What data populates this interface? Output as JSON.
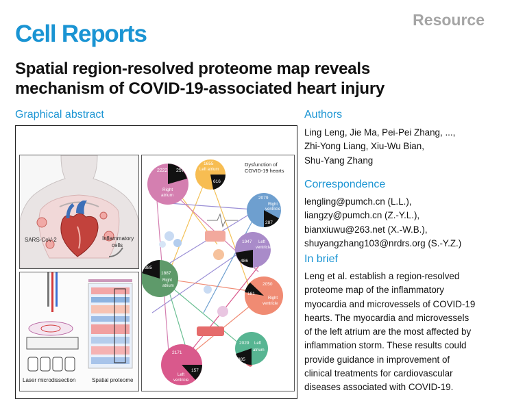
{
  "journal": "Cell Reports",
  "section_type": "Resource",
  "title_lines": [
    "Spatial region-resolved proteome map reveals",
    "mechanism of COVID-19-associated heart injury"
  ],
  "graphical_abstract": {
    "heading": "Graphical abstract",
    "panel_a": {
      "virus_label": "SARS-CoV-2",
      "cells_label_1": "Inflammatory",
      "cells_label_2": "cells"
    },
    "panel_b": {
      "left_label": "Laser microdissection",
      "right_label": "Spatial proteome"
    },
    "panel_c": {
      "dysfunction_1": "Dysfunction of",
      "dysfunction_2": "COVID-19 hearts",
      "nodes": [
        {
          "a": "2222",
          "b": "257",
          "l1": "Right",
          "l2": "atrium"
        },
        {
          "a": "1655",
          "b": "616",
          "l1": "Left atrium",
          "l2": ""
        },
        {
          "a": "2079",
          "b": "287",
          "l1": "Right",
          "l2": "ventricle"
        },
        {
          "a": "1947",
          "b": "486",
          "l1": "Left",
          "l2": "ventricle"
        },
        {
          "a": "1887",
          "b": "385",
          "l1": "Right",
          "l2": "atrium"
        },
        {
          "a": "2050",
          "b": "181",
          "l1": "Right",
          "l2": "ventricle"
        },
        {
          "a": "2029",
          "b": "385",
          "l1": "Left",
          "l2": "atrium"
        },
        {
          "a": "2171",
          "b": "157",
          "l1": "Left",
          "l2": "ventricle"
        }
      ]
    }
  },
  "authors": {
    "heading": "Authors",
    "lines": [
      "Ling Leng, Jie Ma, Pei-Pei Zhang, ...,",
      "Zhi-Yong Liang, Xiu-Wu Bian,",
      "Shu-Yang Zhang"
    ]
  },
  "correspondence": {
    "heading": "Correspondence",
    "lines": [
      "lengling@pumch.cn (L.L.),",
      "liangzy@pumch.cn (Z.-Y.L.),",
      "bianxiuwu@263.net (X.-W.B.),",
      "shuyangzhang103@nrdrs.org (S.-Y.Z.)"
    ]
  },
  "in_brief": {
    "heading": "In brief",
    "lines": [
      "Leng et al. establish a region-resolved",
      "proteome map of the inflammatory",
      "myocardia and microvessels of COVID-19",
      "hearts. The myocardia and microvessels",
      "of the left atrium are the most affected by",
      "inflammation storm. These results could",
      "provide guidance in improvement of",
      "clinical treatments for cardiovascular",
      "diseases associated with COVID-19."
    ]
  },
  "colors": {
    "accent": "#1a94d3",
    "grey_label": "#a5a5a5",
    "node_right_atrium_top": "#d47fb0",
    "node_left_atrium_top": "#f7bd52",
    "node_right_ventricle_top": "#6e9fcf",
    "node_left_ventricle_top": "#a98bc9",
    "node_right_atrium_bottom": "#5e9a6a",
    "node_right_ventricle_bottom": "#f08b73",
    "node_left_atrium_bottom": "#57b592",
    "node_left_ventricle_bottom": "#d9598c"
  }
}
